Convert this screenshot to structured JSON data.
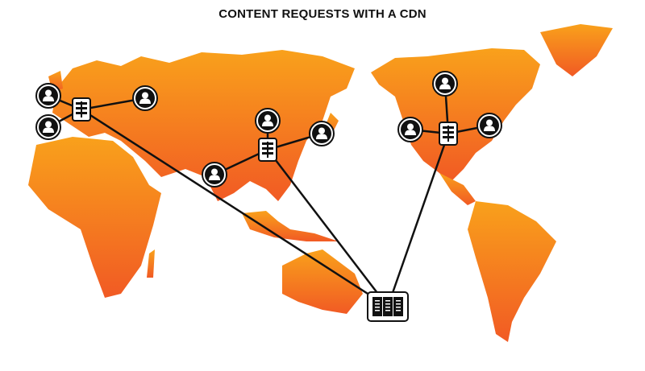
{
  "title": "CONTENT REQUESTS WITH A CDN",
  "colors": {
    "land_top": "#f9a11b",
    "land_bottom": "#f15a24",
    "line": "#111111",
    "icon_fill": "#111111"
  },
  "nodes": {
    "origin_server": {
      "icon": "server-rack-icon",
      "region": "origin"
    },
    "edge_servers": [
      {
        "region": "europe",
        "icon": "edge-server-icon"
      },
      {
        "region": "asia",
        "icon": "edge-server-icon"
      },
      {
        "region": "north-america",
        "icon": "edge-server-icon"
      }
    ],
    "users": [
      {
        "region": "europe",
        "icon": "user-icon"
      },
      {
        "region": "europe",
        "icon": "user-icon"
      },
      {
        "region": "europe",
        "icon": "user-icon"
      },
      {
        "region": "asia",
        "icon": "user-icon"
      },
      {
        "region": "asia",
        "icon": "user-icon"
      },
      {
        "region": "asia",
        "icon": "user-icon"
      },
      {
        "region": "north-america",
        "icon": "user-icon"
      },
      {
        "region": "north-america",
        "icon": "user-icon"
      },
      {
        "region": "north-america",
        "icon": "user-icon"
      }
    ]
  }
}
